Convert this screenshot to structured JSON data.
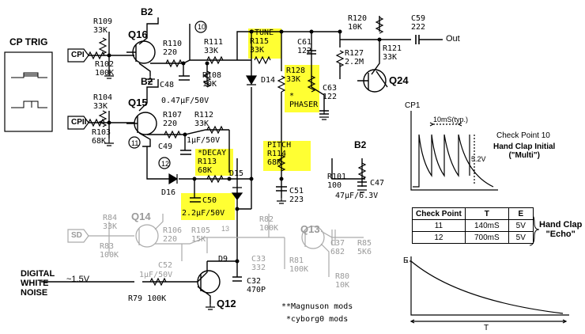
{
  "labels": {
    "cp_trig": "CP TRIG",
    "cp1_in": "CPI",
    "cp2_in": "CPII",
    "sd_in": "SD",
    "b2_top": "B2",
    "b2_mid": "B2",
    "b2_right": "B2",
    "node10": "10",
    "node11": "11",
    "node12": "12",
    "node13": "13",
    "out": "Out",
    "digital_white_noise": "DIGITAL\nWHITE\nNOISE",
    "noise_level": "~1.5V"
  },
  "components": {
    "r109": "R109\n33K",
    "q16": "Q16",
    "r102": "R102\n100K",
    "r110": "R110\n220",
    "r111": "R111\n33K",
    "r108": "R108\n10K",
    "c48": "C48",
    "c48v": "0.47µF/50V",
    "r104": "R104\n33K",
    "q15": "Q15",
    "r103": "R103\n68K",
    "r107": "R107\n220",
    "r112": "R112\n33K",
    "c49": "C49",
    "c49v": "1µF/50V",
    "r113": "*DECAY\nR113\n68K",
    "d15": "D15",
    "d16": "D16",
    "c50": "C50",
    "c50v": "2.2µF/50V",
    "r115": "*TUNE\nR115\n33K",
    "d14": "D14",
    "r128": "R128\n33K",
    "phaser": "*\nPHASER",
    "r114": "PITCH\nR114\n68K",
    "c51": "C51\n223",
    "c61": "C61\n122",
    "r127": "R127\n2.2M",
    "c63": "C63\n122",
    "q24": "Q24",
    "r120": "R120\n10K",
    "c59": "C59\n222",
    "r121": "R121\n33K",
    "r101": "R101\n100",
    "c47": "C47",
    "c47v": "47µF/6.3V",
    "r84": "R84\n33K",
    "q14": "Q14",
    "r83": "R83\n100K",
    "r106": "R106\n220",
    "r105": "R105\n15K",
    "c52": "C52",
    "c52v": "1µF/50V",
    "d9": "D9",
    "r82": "R82\n100K",
    "c33": "C33\n332",
    "r81": "R81\n100K",
    "q13": "Q13",
    "c37": "C37\n682",
    "r85": "R85\n5K6",
    "r80": "R80\n10K",
    "c32": "C32\n470P",
    "r79": "R79 100K",
    "q12": "Q12"
  },
  "mods_legend": {
    "magnuson": "**Magnuson mods",
    "cyborg0": "*cyborg0 mods"
  },
  "waveform1": {
    "title": "CP1",
    "period": "10mS(typ.)",
    "voltage": "5.2V",
    "check_point": "Check Point 10",
    "description": "Hand Clap Initial\n(\"Multi\")"
  },
  "table": {
    "headers": [
      "Check Point",
      "T",
      "E"
    ],
    "rows": [
      [
        "11",
        "140mS",
        "5V"
      ],
      [
        "12",
        "700mS",
        "5V"
      ]
    ],
    "side_label": "Hand Clap\n\"Echo\""
  },
  "waveform2": {
    "y_label": "E",
    "x_label": "T"
  }
}
